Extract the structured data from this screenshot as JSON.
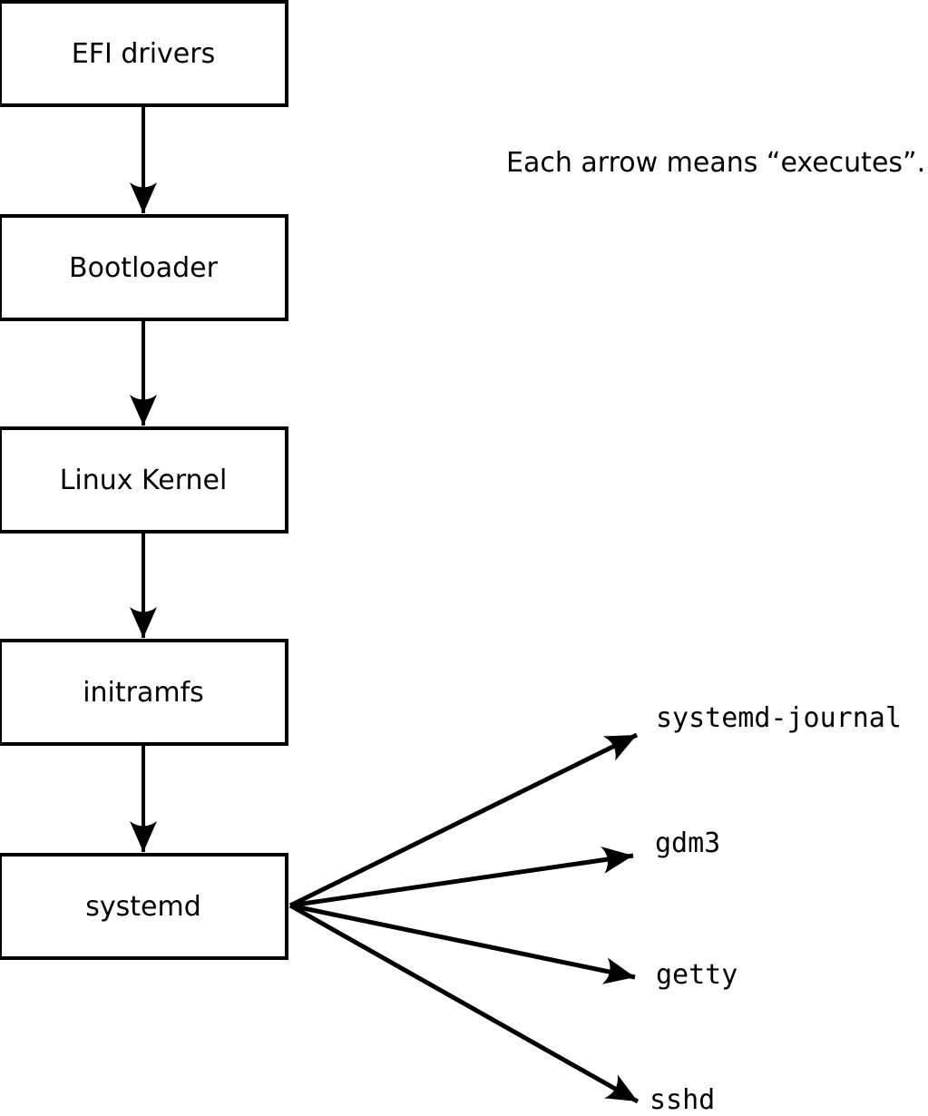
{
  "diagram": {
    "note": "Each arrow means “executes”.",
    "boot_chain": [
      {
        "label": "EFI drivers"
      },
      {
        "label": "Bootloader"
      },
      {
        "label": "Linux Kernel"
      },
      {
        "label": "initramfs"
      },
      {
        "label": "systemd"
      }
    ],
    "spawned_services": [
      {
        "label": "systemd-journal"
      },
      {
        "label": "gdm3"
      },
      {
        "label": "getty"
      },
      {
        "label": "sshd"
      }
    ],
    "colors": {
      "line": "#000000",
      "box_fill": "#ffffff",
      "background": "#ffffff",
      "text": "#000000"
    }
  }
}
